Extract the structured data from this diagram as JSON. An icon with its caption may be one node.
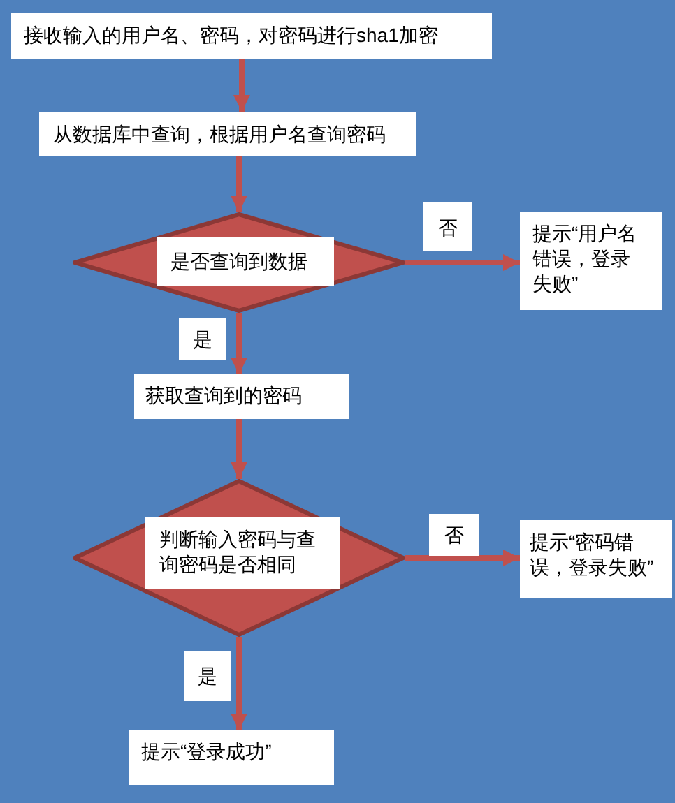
{
  "diagram": {
    "nodes": [
      {
        "text": [
          "接收输入的用户名、密码，对密码进行sha1加密"
        ]
      },
      {
        "text": [
          "从数据库中查询，根据用户名查询密码"
        ]
      },
      {
        "text": [
          "是否查询到数据"
        ]
      },
      {
        "text": [
          "提示“用户名错误，登录失败”"
        ]
      },
      {
        "text": [
          "获取查询到的密码"
        ]
      },
      {
        "text": [
          "判断输入密码与查询密码是否相同"
        ]
      },
      {
        "text": [
          "提示“密码错误，登录失败”"
        ]
      },
      {
        "text": [
          "提示“登录成功”"
        ]
      }
    ],
    "edges": [
      {
        "from": 0,
        "to": 1,
        "arrow": "to"
      },
      {
        "from": 1,
        "to": 2,
        "arrow": "to"
      },
      {
        "from": 2,
        "to": 3,
        "arrow": "to",
        "label": "否"
      },
      {
        "from": 2,
        "to": 4,
        "arrow": "to",
        "label": "是"
      },
      {
        "from": 4,
        "to": 5,
        "arrow": "to"
      },
      {
        "from": 5,
        "to": 6,
        "arrow": "to",
        "label": "否"
      },
      {
        "from": 5,
        "to": 7,
        "arrow": "to",
        "label": "是"
      }
    ]
  }
}
